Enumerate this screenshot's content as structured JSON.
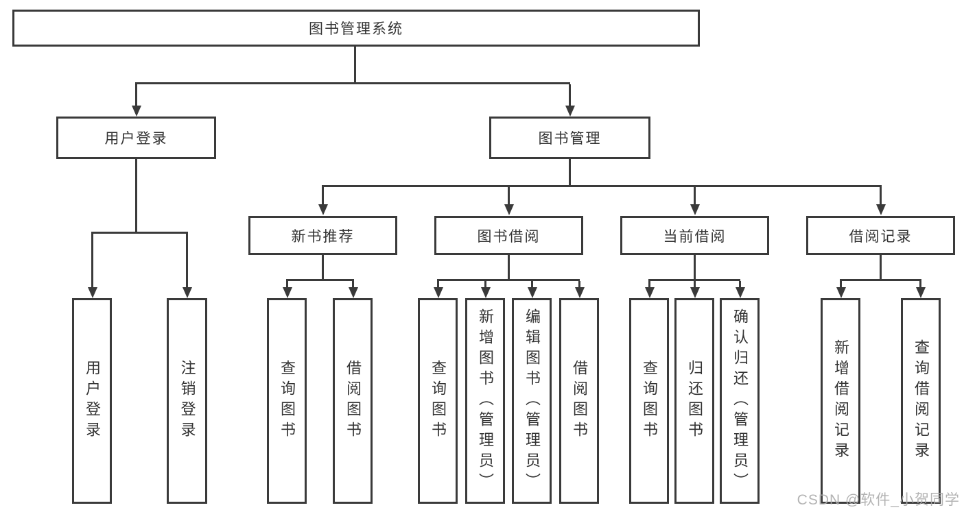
{
  "diagram": {
    "root": {
      "label": "图书管理系统"
    },
    "user_login": {
      "label": "用户登录",
      "children": [
        {
          "label": "用户登录"
        },
        {
          "label": "注销登录"
        }
      ]
    },
    "book_mgmt": {
      "label": "图书管理",
      "groups": [
        {
          "label": "新书推荐",
          "children": [
            {
              "label": "查询图书"
            },
            {
              "label": "借阅图书"
            }
          ]
        },
        {
          "label": "图书借阅",
          "children": [
            {
              "label": "查询图书"
            },
            {
              "label": "新增图书（管理员）"
            },
            {
              "label": "编辑图书（管理员）"
            },
            {
              "label": "借阅图书"
            }
          ]
        },
        {
          "label": "当前借阅",
          "children": [
            {
              "label": "查询图书"
            },
            {
              "label": "归还图书"
            },
            {
              "label": "确认归还（管理员）"
            }
          ]
        },
        {
          "label": "借阅记录",
          "children": [
            {
              "label": "新增借阅记录"
            },
            {
              "label": "查询借阅记录"
            }
          ]
        }
      ]
    }
  },
  "watermark": {
    "text": "CSDN @软件_小贺同学"
  },
  "colors": {
    "line": "#3a3a3a",
    "text": "#333333",
    "watermark": "#ababab",
    "background": "#ffffff"
  }
}
